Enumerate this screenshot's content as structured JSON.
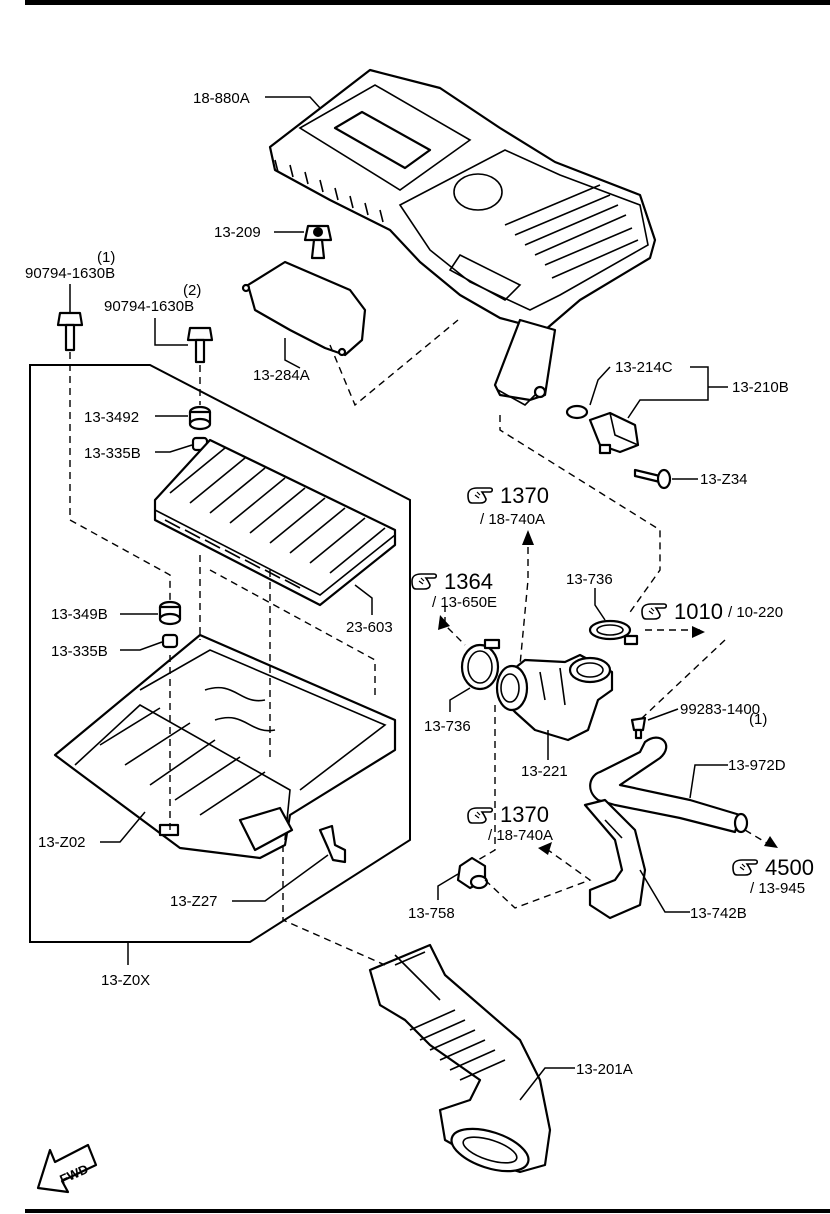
{
  "parts": {
    "p18_880A": "18-880A",
    "p13_209": "13-209",
    "p90794_1": "90794-1630B",
    "p90794_1_qty": "(1)",
    "p90794_2": "90794-1630B",
    "p90794_2_qty": "(2)",
    "p13_284A": "13-284A",
    "p13_214C": "13-214C",
    "p13_210B": "13-210B",
    "p13_3492": "13-3492",
    "p13_335B_a": "13-335B",
    "p13_Z34": "13-Z34",
    "p13_349B": "13-349B",
    "p13_335B_b": "13-335B",
    "p23_603": "23-603",
    "p13_736_a": "13-736",
    "p13_736_b": "13-736",
    "p99283": "99283-1400",
    "p99283_qty": "(1)",
    "p13_221": "13-221",
    "p13_972D": "13-972D",
    "p13_Z02": "13-Z02",
    "p13_Z27": "13-Z27",
    "p13_758": "13-758",
    "p13_742B": "13-742B",
    "p13_Z0X": "13-Z0X",
    "p13_201A": "13-201A"
  },
  "refs": {
    "r1370a": {
      "num": "1370",
      "sub": "/ 18-740A"
    },
    "r1364": {
      "num": "1364",
      "sub": "/ 13-650E"
    },
    "r1010": {
      "num": "1010",
      "sub": "/ 10-220"
    },
    "r1370b": {
      "num": "1370",
      "sub": "/ 18-740A"
    },
    "r4500": {
      "num": "4500",
      "sub": "/ 13-945"
    }
  },
  "fwd": "FWD",
  "icons": {
    "pointing_hand": "pointing-hand-icon",
    "fwd_arrow": "fwd-arrow-icon"
  }
}
